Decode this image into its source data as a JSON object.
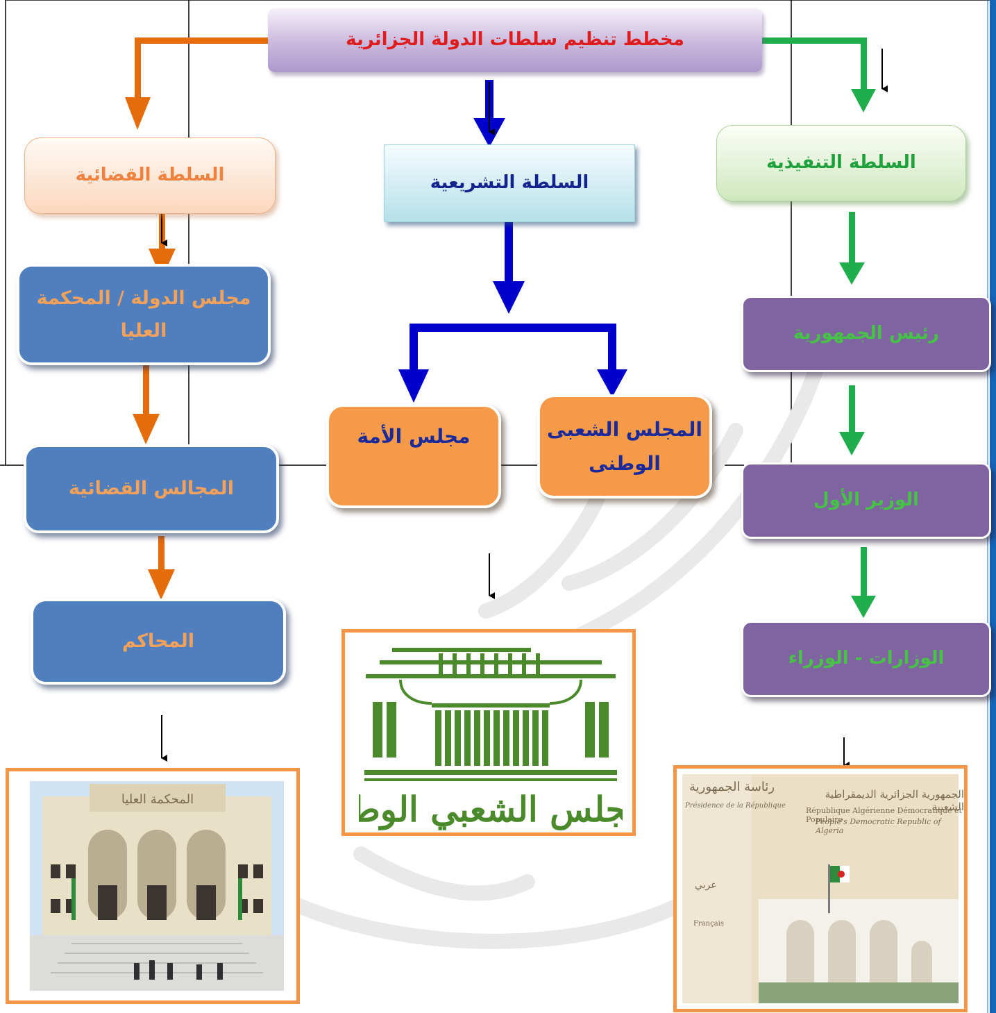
{
  "title": "مخطط تنظيم سلطات الدولة الجزائرية",
  "branches": {
    "judicial": {
      "head": "السلطة القضائية",
      "levels": [
        "مجلس الدولة / المحكمة العليا",
        "المجالس القضائية",
        "المحاكم"
      ],
      "photo_caption": "المحكمة العليا"
    },
    "legislative": {
      "head": "السلطة التشريعية",
      "chambers": [
        "المجلس الشعبى الوطنى",
        "مجلس الأمة"
      ],
      "logo_text": "المجلس الشعبي الوطني"
    },
    "executive": {
      "head": "السلطة التنفيذية",
      "levels": [
        "رئيس الجمهورية",
        "الوزير الأول",
        "الوزارات - الوزراء"
      ],
      "site": {
        "presidency_ar": "رئاسة الجمهورية",
        "presidency_fr": "Présidence de la République",
        "republic_ar": "الجمهورية الجزائرية الديمقراطية الشعبية",
        "republic_fr": "République Algérienne Démocratique et Populaire",
        "republic_en": "People's Democratic Republic of Algeria",
        "lang_ar": "عربي",
        "lang_fr": "Français"
      }
    }
  },
  "colors": {
    "judicial_arrow": "#e46c0a",
    "legislative_arrow": "#0000cc",
    "executive_arrow": "#1fae4b",
    "title_text": "#e01b1b",
    "blue_box": "#4f7fbf",
    "orange_box": "#f59a49",
    "purple_box": "#8064a2",
    "frame": "#f79646",
    "logo_green": "#4a8a2a"
  }
}
